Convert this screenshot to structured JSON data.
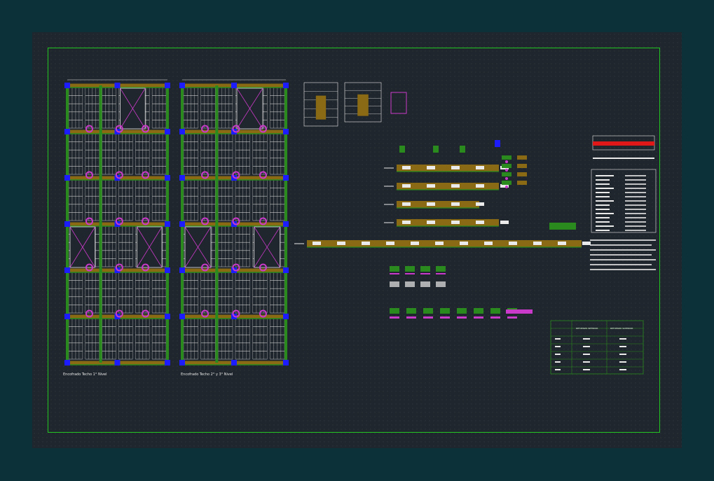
{
  "plans": [
    {
      "caption": "Encofrado Techo 1° Nivel"
    },
    {
      "caption": "Encofrado Techo 2° y 3° Nivel"
    }
  ],
  "colors": {
    "background": "#0d3138",
    "sheet": "#1f262d",
    "frame": "#22c522",
    "beam": "#8a6a14",
    "wall": "#2a8a1e",
    "column": "#1c1cff",
    "marker": "#c93ac9",
    "red": "#e01818",
    "white": "#eaeaea"
  },
  "notes_table": {
    "header": [
      "REFUERZO INFERIOR",
      "REFUERZO SUPERIOR"
    ]
  }
}
